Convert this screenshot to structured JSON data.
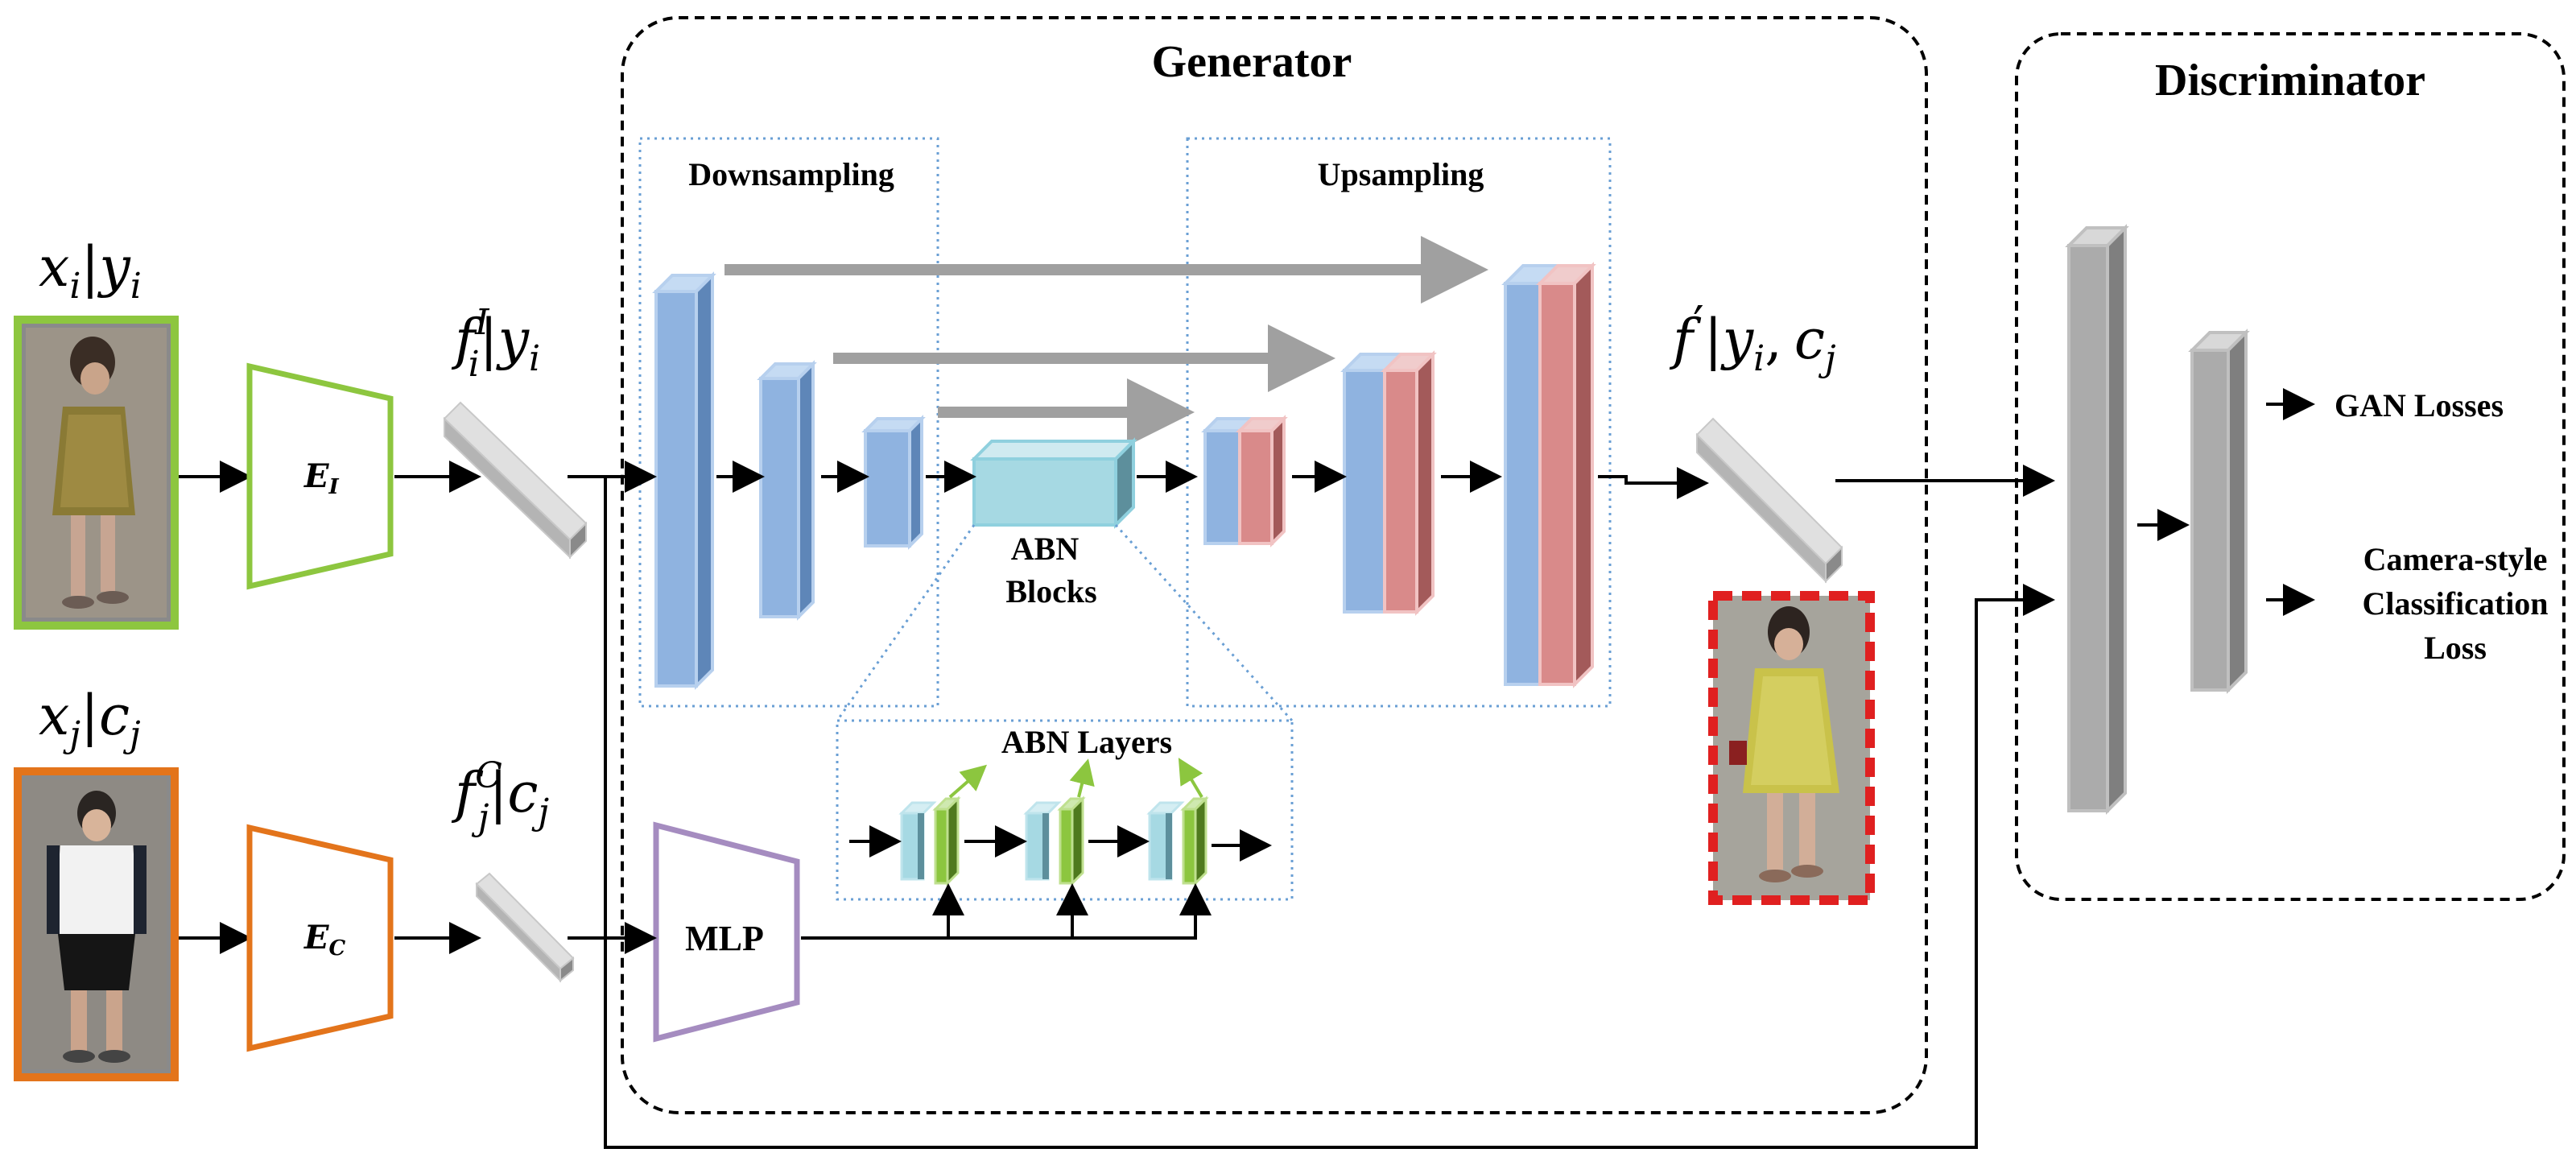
{
  "generator": {
    "title": "Generator",
    "downsampling": "Downsampling",
    "upsampling": "Upsampling",
    "abn_blocks_line1": "ABN",
    "abn_blocks_line2": "Blocks",
    "abn_layers": "ABN Layers",
    "mlp": "MLP"
  },
  "discriminator": {
    "title": "Discriminator",
    "gan_losses": "GAN Losses",
    "cls_line1": "Camera-style",
    "cls_line2": "Classification",
    "cls_line3": "Loss"
  },
  "inputs": {
    "xi": "x",
    "xi_sub": "i",
    "yi": "y",
    "yi_sub": "i",
    "xj": "x",
    "xj_sub": "j",
    "cj": "c",
    "cj_sub": "j"
  },
  "encoders": {
    "ei": "E",
    "ei_sub": "I",
    "ec": "E",
    "ec_sub": "C"
  },
  "features": {
    "fi": "f",
    "fi_sub": "i",
    "fi_sup": "I",
    "fj": "f",
    "fj_sub": "j",
    "fj_sup": "C",
    "fprime": "f",
    "fprime_mark": "′",
    "comma": ","
  },
  "colors": {
    "encoder_i": "#8dc63f",
    "encoder_c": "#e3741b",
    "mlp": "#a58cc0",
    "blue_block": "#8fb3e0",
    "red_block": "#d98a8a",
    "abn_block": "#a6d9e3",
    "green_layer": "#8cc63f",
    "output_frame": "#e02020"
  }
}
